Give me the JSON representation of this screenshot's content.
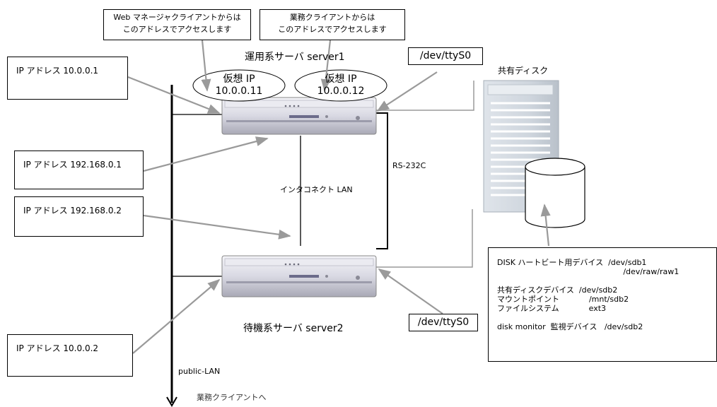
{
  "ip_labels": {
    "server1_public": "IP アドレス  10.0.0.1",
    "server1_interconnect": "IP アドレス  192.168.0.1",
    "server2_interconnect": "IP アドレス  192.168.0.2",
    "server2_public": "IP アドレス  10.0.0.2"
  },
  "callouts": {
    "web_manager": [
      "Web マネージャクライアントからは",
      "このアドレスでアクセスします"
    ],
    "business_client": [
      "業務クライアントからは",
      "このアドレスでアクセスします"
    ]
  },
  "virtual_ips": [
    {
      "title": "仮想 IP",
      "address": "10.0.0.11"
    },
    {
      "title": "仮想 IP",
      "address": "10.0.0.12"
    }
  ],
  "servers": {
    "active": "運用系サーバ server1",
    "standby": "待機系サーバ server2"
  },
  "serial_devices": {
    "active": "/dev/ttyS0",
    "standby": "/dev/ttyS0"
  },
  "links": {
    "interconnect": "インタコネクト LAN",
    "serial": "RS-232C",
    "public": "public-LAN",
    "client_arrow": "業務クライアントへ"
  },
  "shared_disk_label": "共有ディスク",
  "disk_info": [
    "DISK ハートビート用デバイス  /dev/sdb1",
    "                                                   /dev/raw/raw1",
    "",
    "共有ディスクデバイス  /dev/sdb2",
    "マウントポイント            /mnt/sdb2",
    "ファイルシステム            ext3",
    "",
    "disk monitor  監視デバイス   /dev/sdb2"
  ],
  "colors": {
    "arrow": "#9a9a9a",
    "line": "#000000",
    "chassis": "#d9d9e3"
  }
}
